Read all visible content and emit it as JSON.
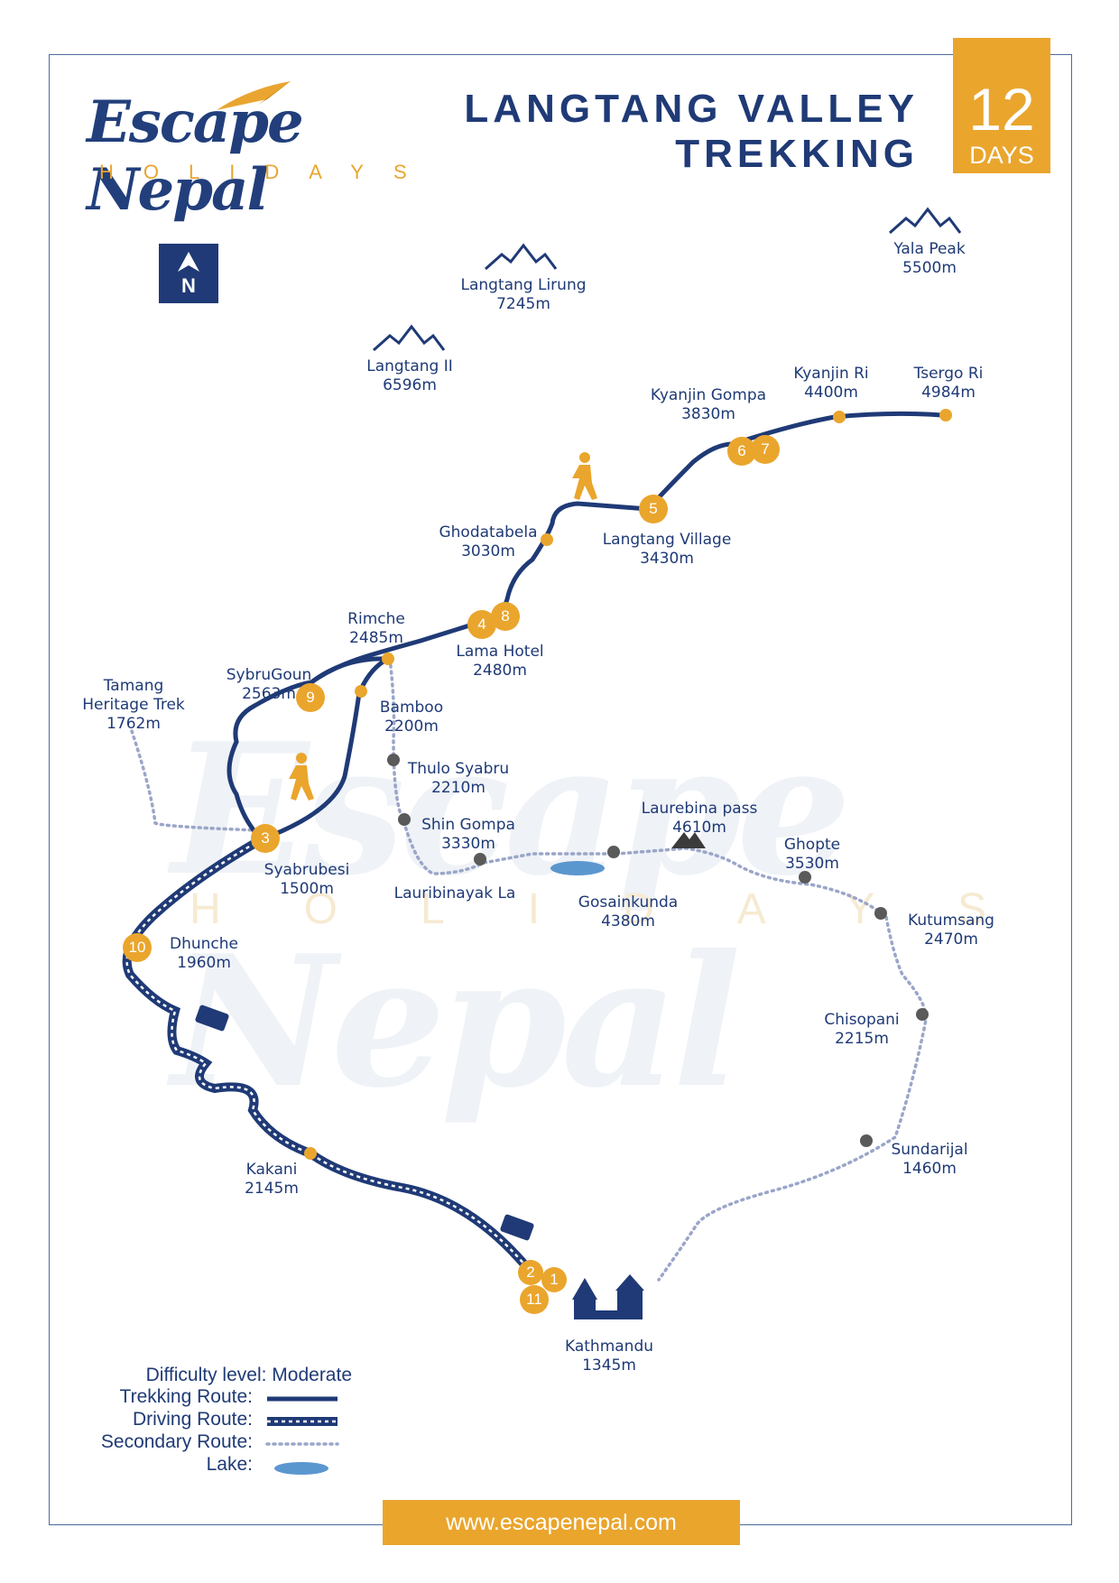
{
  "brand": {
    "name": "Escape Nepal",
    "tagline": "HOLIDAYS"
  },
  "title": {
    "line1": "LANGTANG VALLEY",
    "line2": "TREKKING"
  },
  "duration": {
    "number": "12",
    "unit": "DAYS"
  },
  "north": {
    "letter": "N"
  },
  "colors": {
    "navy": "#1f3a76",
    "orange": "#eaa52d",
    "secondary_route": "#9aa6c8",
    "stop": "#5a5a5a",
    "lake": "#5b97cf"
  },
  "peaks": [
    {
      "name": "Langtang Lirung",
      "altitude": "7245m"
    },
    {
      "name": "Langtang II",
      "altitude": "6596m"
    },
    {
      "name": "Yala Peak",
      "altitude": "5500m"
    }
  ],
  "places": {
    "tsergo_ri": {
      "name": "Tsergo Ri",
      "altitude": "4984m"
    },
    "kyanjin_ri": {
      "name": "Kyanjin Ri",
      "altitude": "4400m"
    },
    "kyanjin_gompa": {
      "name": "Kyanjin Gompa",
      "altitude": "3830m"
    },
    "langtang_village": {
      "name": "Langtang Village",
      "altitude": "3430m"
    },
    "ghodatabela": {
      "name": "Ghodatabela",
      "altitude": "3030m"
    },
    "rimche": {
      "name": "Rimche",
      "altitude": "2485m"
    },
    "lama_hotel": {
      "name": "Lama Hotel",
      "altitude": "2480m"
    },
    "sybrugoun": {
      "name": "SybruGoun",
      "altitude": "2563m"
    },
    "tamang": {
      "name": "Tamang\nHeritage Trek",
      "altitude": "1762m"
    },
    "bamboo": {
      "name": "Bamboo",
      "altitude": "2200m"
    },
    "thulo_syabru": {
      "name": "Thulo Syabru",
      "altitude": "2210m"
    },
    "shin_gompa": {
      "name": "Shin Gompa",
      "altitude": "3330m"
    },
    "laurebina": {
      "name": "Laurebina pass",
      "altitude": "4610m"
    },
    "ghopte": {
      "name": "Ghopte",
      "altitude": "3530m"
    },
    "syabrubesi": {
      "name": "Syabrubesi",
      "altitude": "1500m"
    },
    "lauribinayak": {
      "name": "Lauribinayak La",
      "altitude": ""
    },
    "gosainkunda": {
      "name": "Gosainkunda",
      "altitude": "4380m"
    },
    "kutumsang": {
      "name": "Kutumsang",
      "altitude": "2470m"
    },
    "dhunche": {
      "name": "Dhunche",
      "altitude": "1960m"
    },
    "chisopani": {
      "name": "Chisopani",
      "altitude": "2215m"
    },
    "sundarijal": {
      "name": "Sundarijal",
      "altitude": "1460m"
    },
    "kakani": {
      "name": "Kakani",
      "altitude": "2145m"
    },
    "kathmandu": {
      "name": "Kathmandu",
      "altitude": "1345m"
    }
  },
  "day_markers": [
    "1",
    "2",
    "3",
    "4",
    "5",
    "6",
    "7",
    "8",
    "9",
    "10",
    "11"
  ],
  "legend": {
    "difficulty": "Difficulty level: Moderate",
    "trekking": "Trekking Route:",
    "driving": "Driving Route:",
    "secondary": "Secondary Route:",
    "lake": "Lake:"
  },
  "website": "www.escapenepal.com"
}
